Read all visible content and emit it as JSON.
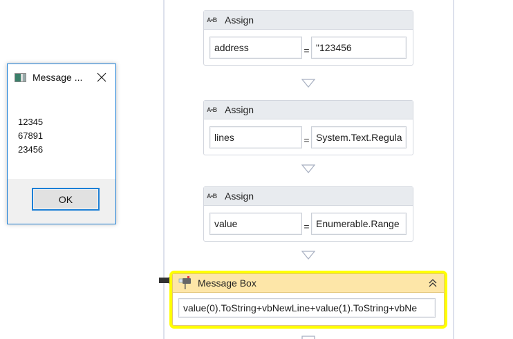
{
  "workflow": {
    "activities": [
      {
        "type": "Assign",
        "icon": "A•B",
        "title": "Assign",
        "to": "address",
        "equals": "=",
        "value": "\"123456"
      },
      {
        "type": "Assign",
        "icon": "A•B",
        "title": "Assign",
        "to": "lines",
        "equals": "=",
        "value": "System.Text.Regula"
      },
      {
        "type": "Assign",
        "icon": "A•B",
        "title": "Assign",
        "to": "value",
        "equals": "=",
        "value": "Enumerable.Range"
      }
    ],
    "message_box": {
      "title": "Message Box",
      "text": "value(0).ToString+vbNewLine+value(1).ToString+vbNe",
      "highlight_color": "#ffff00",
      "header_color": "#fde6a8"
    }
  },
  "dialog": {
    "title": "Message ...",
    "lines": [
      "12345",
      "67891",
      "23456"
    ],
    "ok_label": "OK",
    "accent_color": "#1c7fd6"
  }
}
